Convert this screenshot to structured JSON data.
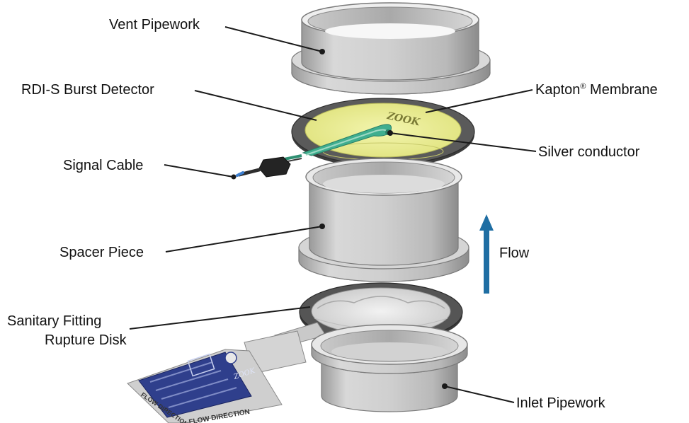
{
  "labels": {
    "vent_pipework": "Vent Pipework",
    "rdi_detector": "RDI-S Burst Detector",
    "kapton_prefix": "Kapton",
    "kapton_registered": "®",
    "kapton_suffix": " Membrane",
    "silver_conductor": "Silver conductor",
    "signal_cable": "Signal Cable",
    "spacer_piece": "Spacer Piece",
    "flow": "Flow",
    "sanitary_line1": "Sanitary Fitting",
    "sanitary_line2": "Rupture Disk",
    "inlet_pipework": "Inlet Pipework"
  },
  "part_markings": {
    "detector_mark": "ZOOK",
    "disk_mark": "ZOOK",
    "tag_text": "FLOW DIRECTION"
  },
  "colors": {
    "flow_arrow": "#1f6ea3",
    "membrane": "#e7ea8e",
    "conductor": "#3fae8f",
    "gasket": "#4f4f4f",
    "steel": "#cfcfcf",
    "tag_plate": "#2f3f8c"
  }
}
